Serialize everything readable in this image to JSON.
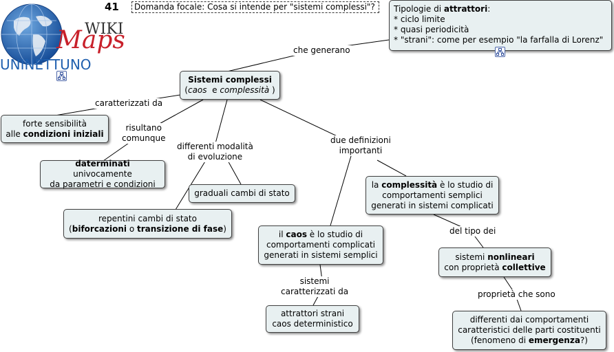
{
  "header": {
    "number": "41",
    "focal_question": "Domanda focale: Cosa si intende per \"sistemi complessi\"?"
  },
  "logo": {
    "wiki": "WIKI",
    "maps": "Maps",
    "uninettuno": "UNINETTUNO"
  },
  "nodes": {
    "attractors": {
      "prefix": "Tipologie di ",
      "bold": "attrattori",
      "suffix": ":",
      "items": [
        "* ciclo limite",
        "* quasi periodicità",
        "* \"strani\": come per esempio \"la farfalla di Lorenz\""
      ]
    },
    "complex_systems": {
      "title": "Sistemi complessi",
      "sub_open": "(",
      "sub_caos": "caos",
      "sub_and": "  e ",
      "sub_compl": "complessità",
      "sub_close": " )"
    },
    "sensitivity": {
      "line1": "forte sensibilità",
      "line2_pre": "alle ",
      "line2_bold": "condizioni iniziali"
    },
    "determined": {
      "bold": "daterminati",
      "rest1": " univocamente",
      "line2": "da parametri e condizioni"
    },
    "gradual": {
      "text": "graduali cambi di stato"
    },
    "sudden": {
      "line1": "repentini cambi di stato",
      "open": "(",
      "bold1": "biforcazioni",
      "mid": " o ",
      "bold2": "transizione di fase",
      "close": ")"
    },
    "complexity": {
      "pre": "la ",
      "bold": "complessità",
      "rest": " è lo studio di",
      "line2": "comportamenti semplici",
      "line3": "generati in sistemi complicati"
    },
    "chaos": {
      "pre": "il ",
      "bold": "caos",
      "rest": " è lo studio di",
      "line2": "comportamenti complicati",
      "line3": "generati in sistemi semplici"
    },
    "nonlinear": {
      "pre": "sistemi ",
      "bold1": "nonlineari",
      "line2_pre": "con proprietà ",
      "bold2": "collettive"
    },
    "strange_attractors": {
      "line1": "attrattori strani",
      "line2": "caos deterministico"
    },
    "emergence": {
      "line1": "differenti dai comportamenti",
      "line2": "caratteristici delle parti costituenti",
      "line3_pre": "(fenomeno di ",
      "bold": "emergenza",
      "line3_post": "?)"
    }
  },
  "links": {
    "che_generano": "che generano",
    "caratterizzati_da": "caratterizzati da",
    "risultano_1": "risultano",
    "risultano_2": "comunque",
    "modalita_1": "differenti modalità",
    "modalita_2": "di evoluzione",
    "definizioni_1": "due definizioni",
    "definizioni_2": "importanti",
    "del_tipo_dei": "del tipo dei",
    "sistemi_1": "sistemi",
    "sistemi_2": "caratterizzati da",
    "proprieta": "proprietà che sono"
  },
  "icons": [
    "globe-icon",
    "submap-icon"
  ],
  "colors": {
    "node_fill": "#e8f0f1",
    "node_border": "#404040",
    "logo_red": "#c8202a",
    "logo_blue": "#1f5fae"
  }
}
